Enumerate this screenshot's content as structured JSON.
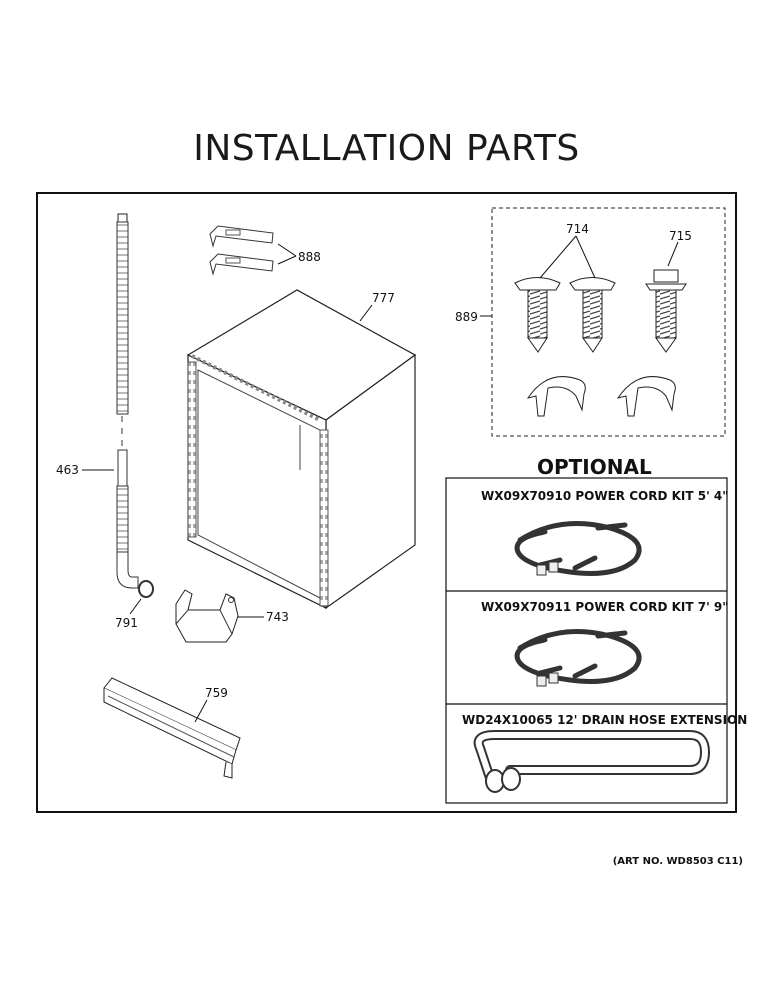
{
  "title": "INSTALLATION PARTS",
  "art_number": "(ART NO. WD8503 C11)",
  "optional_heading": "OPTIONAL",
  "part_labels": {
    "p888": "888",
    "p777": "777",
    "p889": "889",
    "p714": "714",
    "p715": "715",
    "p463": "463",
    "p791": "791",
    "p743": "743",
    "p759": "759"
  },
  "optional_kits": [
    {
      "name": "WX09X70910 POWER CORD KIT 5' 4\"",
      "icon": "power-cord-icon"
    },
    {
      "name": "WX09X70911 POWER CORD KIT 7' 9\"",
      "icon": "power-cord-icon"
    },
    {
      "name": "WD24X10065 12' DRAIN HOSE EXTENSION",
      "icon": "drain-hose-icon"
    }
  ]
}
